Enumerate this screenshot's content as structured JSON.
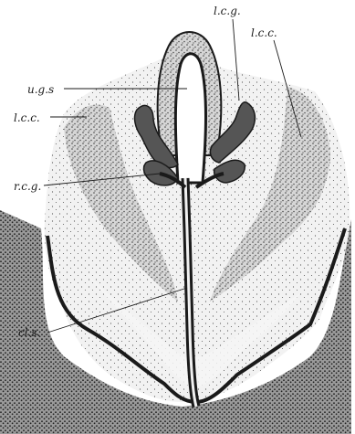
{
  "figure": {
    "labels": {
      "lcg_top": "l.c.g.",
      "lcc_right": "l.c.c.",
      "ugs": "u.g.s",
      "lcc_left": "l.c.c.",
      "rcg": "r.c.g.",
      "cls": "cl.s."
    }
  },
  "colors": {
    "ink": "#1a1a1a",
    "paper": "#ffffff",
    "light_stipple": "#e9e9e9",
    "mid_stipple": "#bdbdbd",
    "dark_stipple": "#6e6e6e"
  }
}
